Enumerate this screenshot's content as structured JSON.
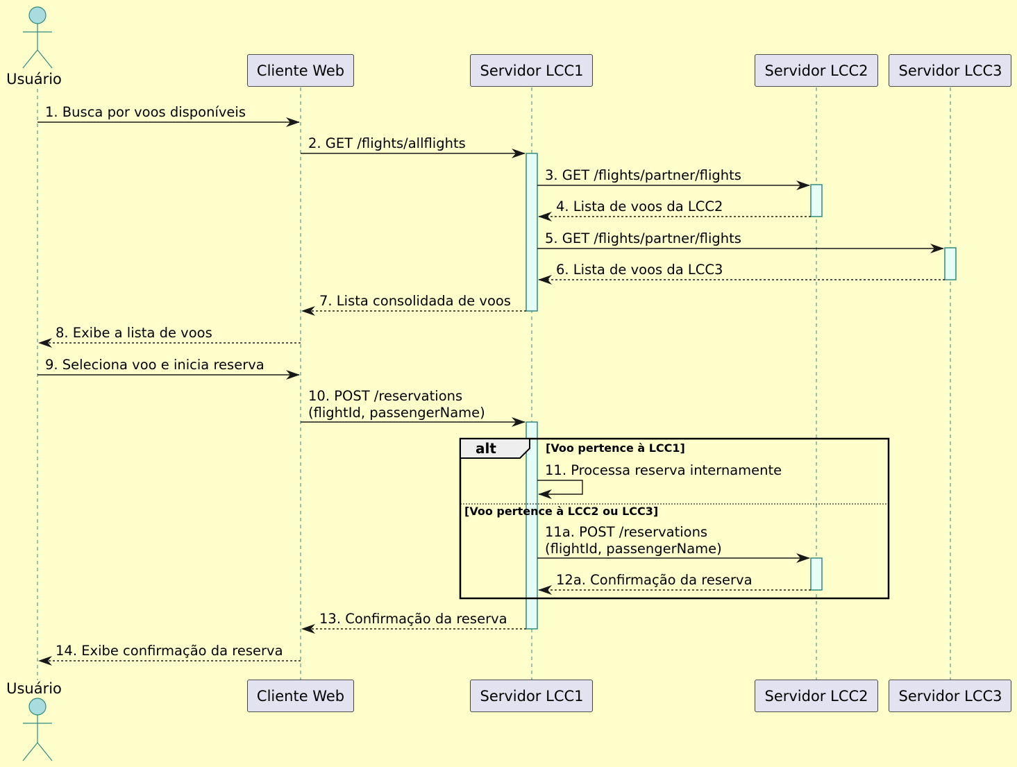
{
  "participants": [
    {
      "id": "usuario",
      "label": "Usuário",
      "kind": "actor"
    },
    {
      "id": "cliente",
      "label": "Cliente Web",
      "kind": "participant"
    },
    {
      "id": "lcc1",
      "label": "Servidor LCC1",
      "kind": "participant"
    },
    {
      "id": "lcc2",
      "label": "Servidor LCC2",
      "kind": "participant"
    },
    {
      "id": "lcc3",
      "label": "Servidor LCC3",
      "kind": "participant"
    }
  ],
  "messages": [
    {
      "from": "usuario",
      "to": "cliente",
      "lines": [
        "1. Busca por voos disponíveis"
      ],
      "style": "solid"
    },
    {
      "from": "cliente",
      "to": "lcc1",
      "lines": [
        "2. GET /flights/allflights"
      ],
      "style": "solid"
    },
    {
      "from": "lcc1",
      "to": "lcc2",
      "lines": [
        "3. GET /flights/partner/flights"
      ],
      "style": "solid"
    },
    {
      "from": "lcc2",
      "to": "lcc1",
      "lines": [
        "4. Lista de voos da LCC2"
      ],
      "style": "dashed"
    },
    {
      "from": "lcc1",
      "to": "lcc3",
      "lines": [
        "5. GET /flights/partner/flights"
      ],
      "style": "solid"
    },
    {
      "from": "lcc3",
      "to": "lcc1",
      "lines": [
        "6. Lista de voos da LCC3"
      ],
      "style": "dashed"
    },
    {
      "from": "lcc1",
      "to": "cliente",
      "lines": [
        "7. Lista consolidada de voos"
      ],
      "style": "dashed"
    },
    {
      "from": "cliente",
      "to": "usuario",
      "lines": [
        "8. Exibe a lista de voos"
      ],
      "style": "dashed"
    },
    {
      "from": "usuario",
      "to": "cliente",
      "lines": [
        "9. Seleciona voo e inicia reserva"
      ],
      "style": "solid"
    },
    {
      "from": "cliente",
      "to": "lcc1",
      "lines": [
        "10. POST /reservations",
        "(flightId, passengerName)"
      ],
      "style": "solid"
    },
    {
      "from": "lcc1",
      "to": "lcc1",
      "lines": [
        "11. Processa reserva internamente"
      ],
      "style": "self"
    },
    {
      "from": "lcc1",
      "to": "lcc2",
      "lines": [
        "11a. POST /reservations",
        "(flightId, passengerName)"
      ],
      "style": "solid"
    },
    {
      "from": "lcc2",
      "to": "lcc1",
      "lines": [
        "12a. Confirmação da reserva"
      ],
      "style": "dashed"
    },
    {
      "from": "lcc1",
      "to": "cliente",
      "lines": [
        "13. Confirmação da reserva"
      ],
      "style": "dashed"
    },
    {
      "from": "cliente",
      "to": "usuario",
      "lines": [
        "14. Exibe confirmação da reserva"
      ],
      "style": "dashed"
    }
  ],
  "fragment": {
    "kind": "alt",
    "guards": [
      "[Voo pertence à LCC1]",
      "[Voo pertence à LCC2 ou LCC3]"
    ]
  }
}
